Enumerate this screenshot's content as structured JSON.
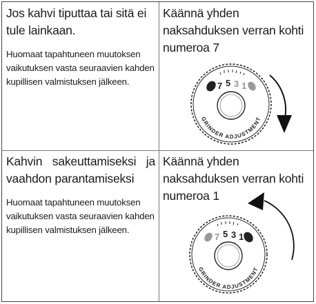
{
  "rows": [
    {
      "problem_title": "Jos kahvi tiputtaa tai sitä ei tule lainkaan.",
      "problem_note": "Huomaat tapahtuneen muutoksen vaikutuksen vasta seuraavien kahden kupillisen valmistuksen jälkeen.",
      "action": "Käännä yhden naksahduksen verran kohti numeroa 7",
      "dial": {
        "numbers": [
          "7",
          "5",
          "3",
          "1"
        ],
        "label": "GRINDER ADJUSTMENT",
        "arrow_direction": "clockwise"
      }
    },
    {
      "problem_title": "Kahvin sakeuttamiseksi ja vaahdon parantamiseksi",
      "problem_note": "Huomaat tapahtuneen muutoksen vaikutuksen vasta seuraavien kahden kupillisen valmistuksen jälkeen.",
      "action": "Käännä yhden naksahduksen verran kohti numeroa 1",
      "dial": {
        "numbers": [
          "7",
          "5",
          "3",
          "1"
        ],
        "label": "GRINDER ADJUSTMENT",
        "arrow_direction": "counterclockwise"
      }
    }
  ]
}
